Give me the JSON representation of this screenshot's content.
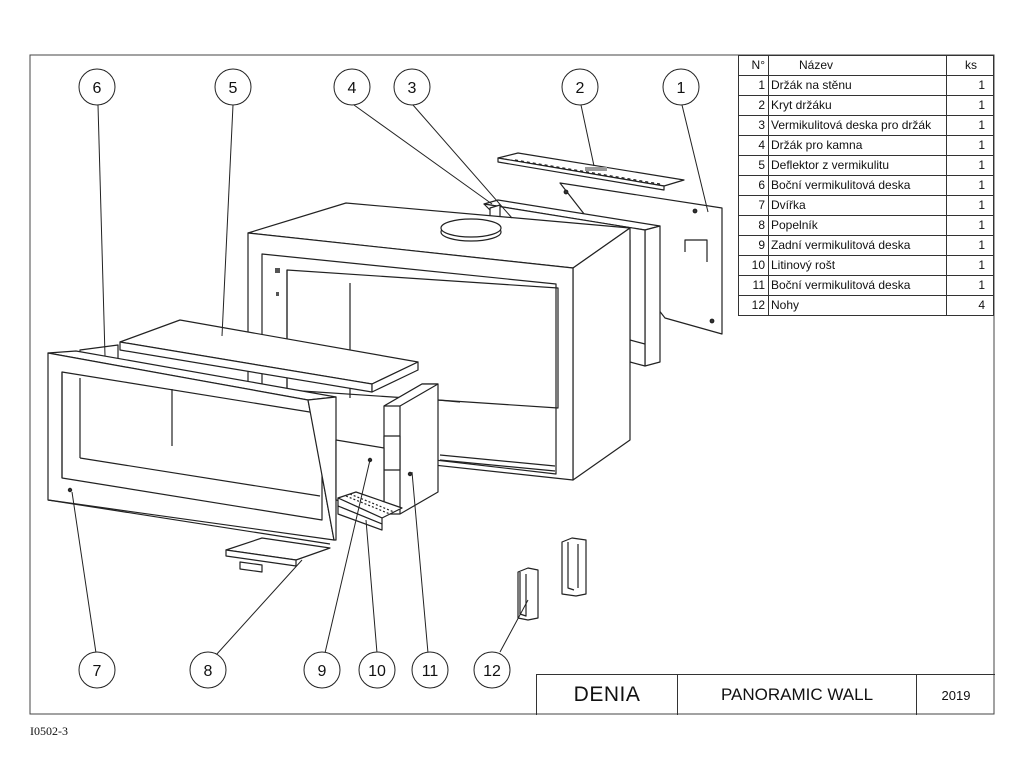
{
  "table": {
    "header": {
      "no": "N°",
      "name": "Název",
      "qty": "ks"
    },
    "rows": [
      {
        "no": "1",
        "name": "Držák na stěnu",
        "qty": "1"
      },
      {
        "no": "2",
        "name": "Kryt držáku",
        "qty": "1"
      },
      {
        "no": "3",
        "name": "Vermikulitová deska pro držák",
        "qty": "1"
      },
      {
        "no": "4",
        "name": "Držák pro kamna",
        "qty": "1"
      },
      {
        "no": "5",
        "name": "Deflektor z vermikulitu",
        "qty": "1"
      },
      {
        "no": "6",
        "name": "Boční vermikulitová deska",
        "qty": "1"
      },
      {
        "no": "7",
        "name": "Dvířka",
        "qty": "1"
      },
      {
        "no": "8",
        "name": "Popelník",
        "qty": "1"
      },
      {
        "no": "9",
        "name": "Zadní vermikulitová deska",
        "qty": "1"
      },
      {
        "no": "10",
        "name": "Litinový rošt",
        "qty": "1"
      },
      {
        "no": "11",
        "name": "Boční vermikulitová deska",
        "qty": "1"
      },
      {
        "no": "12",
        "name": "Nohy",
        "qty": "4"
      }
    ]
  },
  "title_block": {
    "product": "DENIA",
    "subtitle": "PANORAMIC WALL",
    "year": "2019"
  },
  "doc_code": "I0502-3",
  "balloons": [
    "1",
    "2",
    "3",
    "4",
    "5",
    "6",
    "7",
    "8",
    "9",
    "10",
    "11",
    "12"
  ]
}
